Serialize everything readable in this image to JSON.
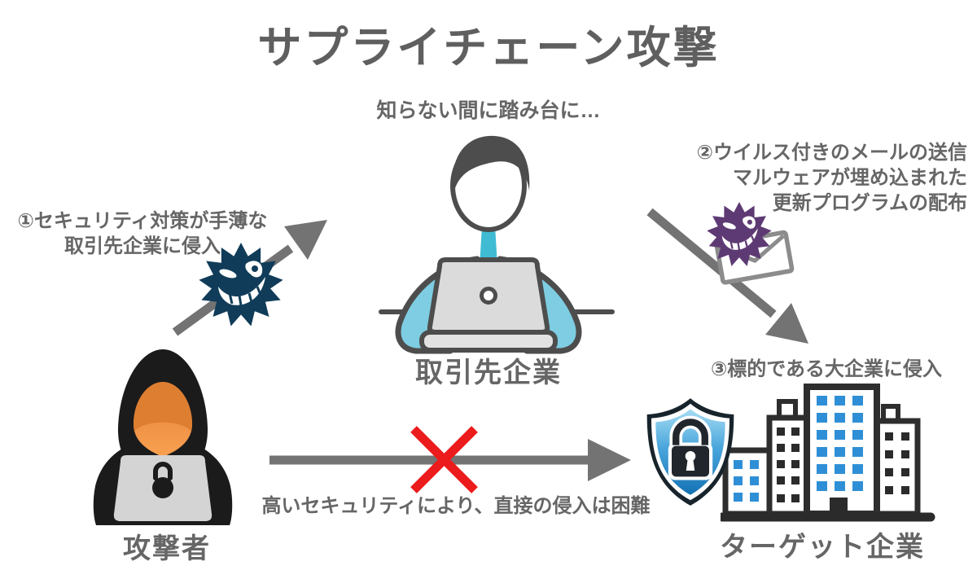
{
  "title": "サプライチェーン攻撃",
  "nodes": {
    "attacker": {
      "label": "攻撃者"
    },
    "partner": {
      "label": "取引先企業",
      "caption": "知らない間に踏み台に…"
    },
    "target": {
      "label": "ターゲット企業"
    }
  },
  "steps": {
    "step1": {
      "lines": [
        "①セキュリティ対策が手薄な",
        "取引先企業に侵入"
      ]
    },
    "step2": {
      "lines": [
        "②ウイルス付きのメールの送信",
        "マルウェアが埋め込まれた",
        "更新プログラムの配布"
      ]
    },
    "step3": {
      "line": "③標的である大企業に侵入"
    },
    "blocked": {
      "line": "高いセキュリティにより、直接の侵入は困難"
    }
  },
  "icons": {
    "virus_left": "virus-icon",
    "virus_right": "virus-icon",
    "envelope": "mail-envelope-icon",
    "shield": "shield-lock-icon",
    "buildings": "office-buildings-icon",
    "cross": "blocked-cross-icon"
  },
  "colors": {
    "text_gray": "#666666",
    "title_gray": "#5f5f5f",
    "arrow_gray": "#737373",
    "virus_navy": "#103c59",
    "virus_purple": "#5e3a74",
    "cross_red": "#ec1c1c",
    "shield_blue": "#1b82c8",
    "jacket_blue": "#7ecde2",
    "tie_teal": "#3fbcd4",
    "hoodie_black": "#1b1b1b",
    "face_orange": "#ef913e",
    "window_blue": "#2f8fd6",
    "outline_dark": "#4d4d4d"
  }
}
